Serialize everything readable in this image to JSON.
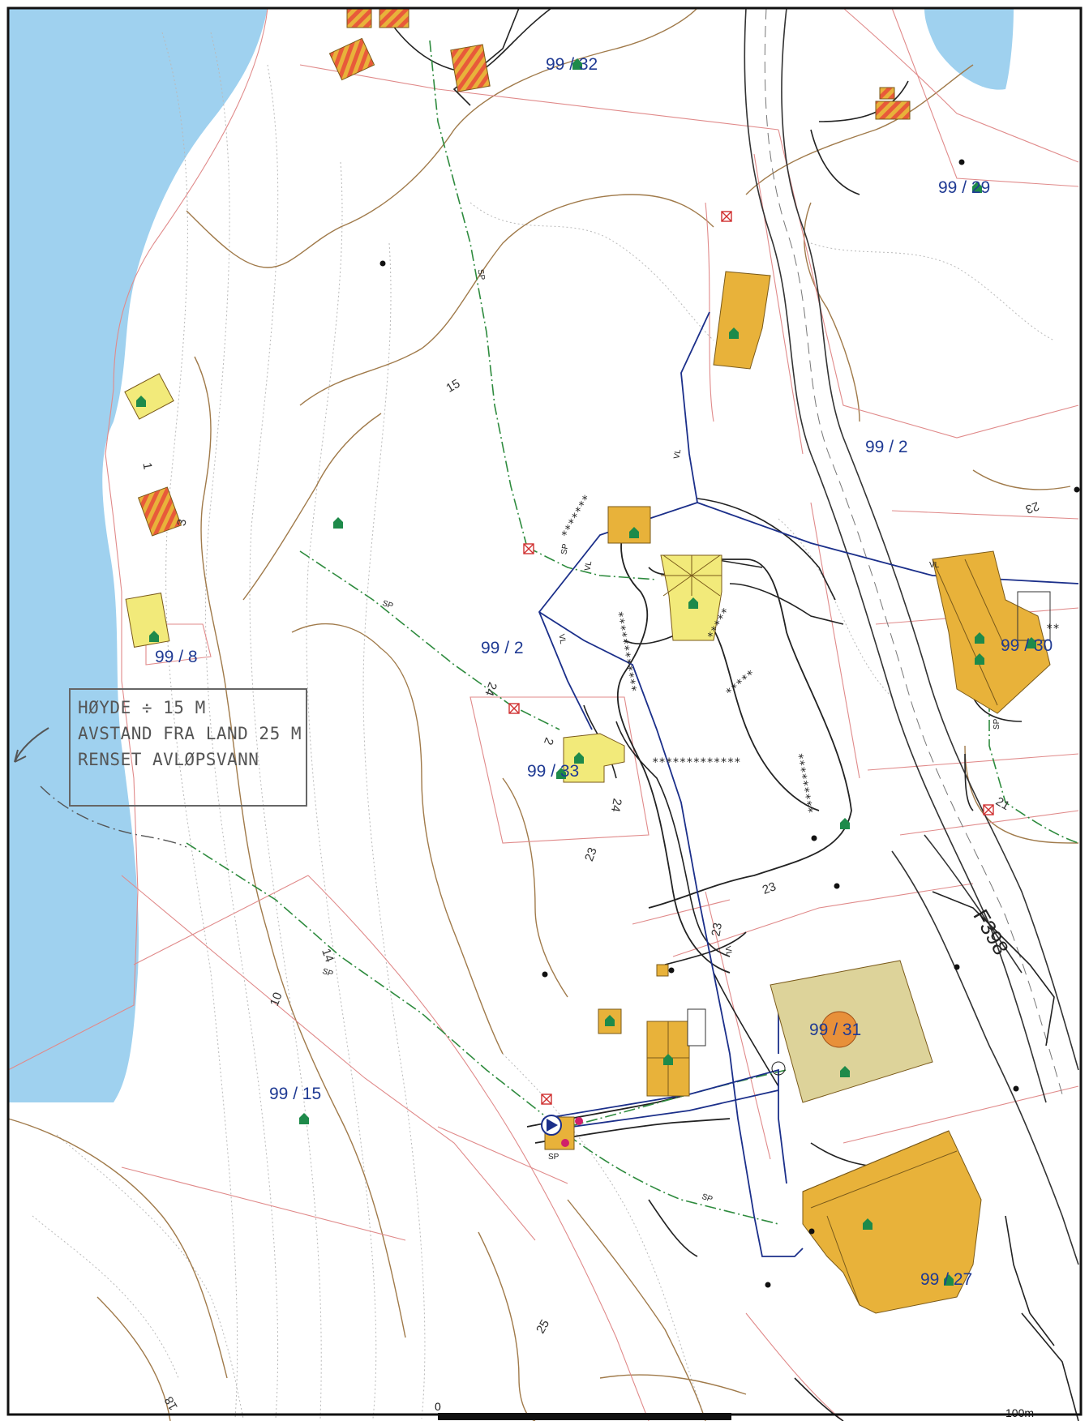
{
  "parcel_labels": [
    "99 / 32",
    "99 / 29",
    "99 / 2",
    "99 / 2",
    "99 / 8",
    "99 / 33",
    "99 / 30",
    "99 / 31",
    "99 / 15",
    "99 / 27"
  ],
  "contour_labels": [
    "15",
    "14",
    "10",
    "23",
    "23",
    "23",
    "23",
    "21",
    "25",
    "18",
    "24",
    "24",
    "1",
    "3",
    "2"
  ],
  "line_codes": {
    "sp": "SP",
    "vl": "VL"
  },
  "road_label": "F398",
  "handwritten_note": [
    "HØYDE ÷ 15 M",
    "AVSTAND FRA LAND 25 M",
    "RENSET AVLØPSVANN"
  ],
  "scale_bar": {
    "start": "0",
    "end": "100m"
  },
  "colors": {
    "water": "#9fd1ef",
    "building": "#e8b23a",
    "building_light": "#f2ea7a",
    "building_pale": "#ddd39a",
    "parcel_line": "#e08a8a",
    "contour": "#a07a4a",
    "sewer_line": "#2e8b3e",
    "water_line": "#1b2f8a",
    "parcel_text": "#1f3a93",
    "marker": "#1e8a4a"
  }
}
